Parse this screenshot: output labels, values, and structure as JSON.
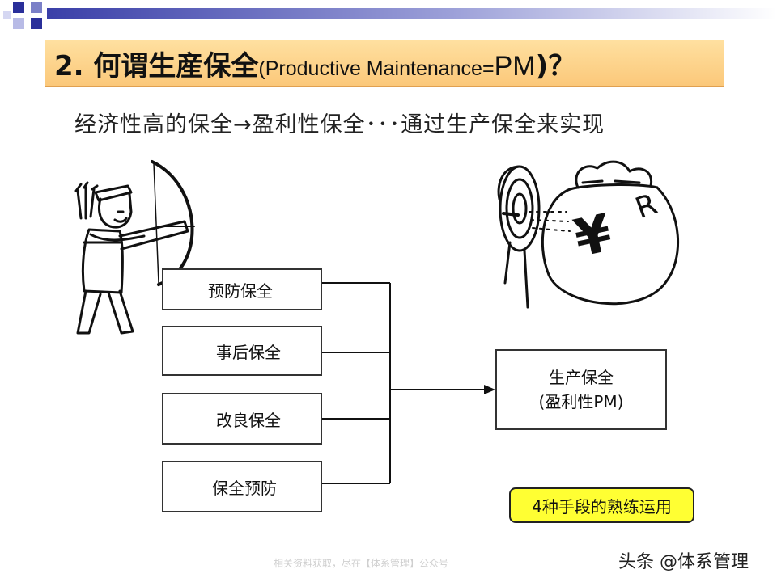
{
  "slide": {
    "title_main": "2. 何谓生産保全",
    "title_paren_open": "(",
    "title_english": "Productive Maintenance=",
    "title_pm": "PM",
    "title_paren_close": ")？",
    "subtitle": "经济性高的保全→盈利性保全･･･通过生产保全来实现"
  },
  "diagram": {
    "inputs": [
      "预防保全",
      "事后保全",
      "改良保全",
      "保全预防"
    ],
    "goal_line1": "生产保全",
    "goal_line2": "(盈利性PM)",
    "methods_label": "4种手段的熟练运用"
  },
  "illustration": {
    "currency_symbol": "¥",
    "bag_mark": "R"
  },
  "footer": {
    "note": "相关资料获取，尽在【体系管理】公众号",
    "watermark": "头条 @体系管理"
  },
  "colors": {
    "title_bar": "#fbc87a",
    "methods_box": "#ffff33",
    "deco_blue": "#2a2f9a"
  }
}
